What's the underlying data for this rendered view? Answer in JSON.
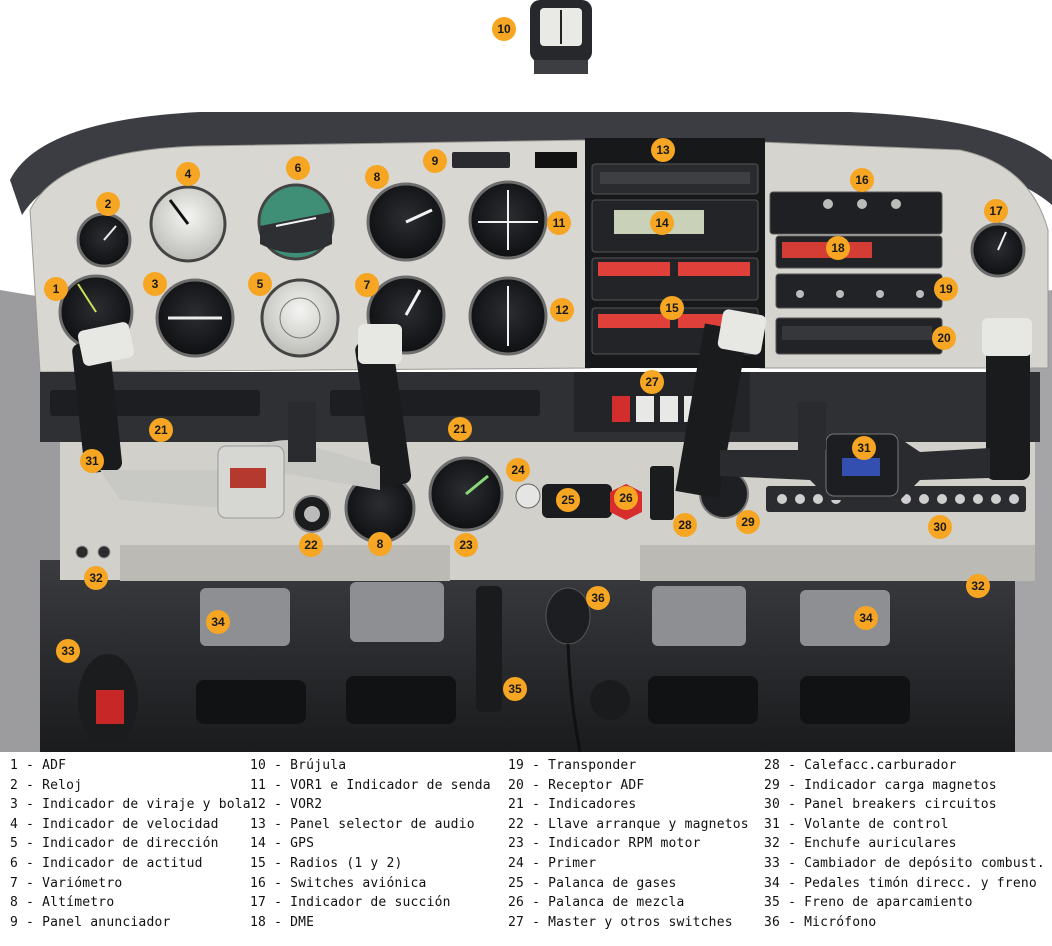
{
  "colors": {
    "marker_fill": "#f6a623",
    "panel": "#d9d7d2",
    "glareshield": "#3b3d42",
    "radio_display": "#e0403a",
    "gps_display": "#c9d2b8"
  },
  "markers": [
    "1",
    "2",
    "3",
    "4",
    "5",
    "6",
    "7",
    "8",
    "9",
    "10",
    "11",
    "12",
    "13",
    "14",
    "15",
    "16",
    "17",
    "18",
    "19",
    "20",
    "21",
    "22",
    "23",
    "24",
    "25",
    "26",
    "27",
    "28",
    "29",
    "30",
    "31",
    "32",
    "33",
    "34",
    "35",
    "36"
  ],
  "legend": {
    "col1": [
      "1 - ADF",
      "2 - Reloj",
      "3 - Indicador de viraje y bola",
      "4 - Indicador de velocidad",
      "5 - Indicador de dirección",
      "6 - Indicador de actitud",
      "7 - Variómetro",
      "8 - Altímetro",
      "9 - Panel anunciador"
    ],
    "col2": [
      "10 - Brújula",
      "11 - VOR1 e Indicador de senda",
      "12 - VOR2",
      "13 - Panel selector de audio",
      "14 - GPS",
      "15 - Radios (1 y 2)",
      "16 - Switches aviónica",
      "17 - Indicador de succión",
      "18 - DME"
    ],
    "col3": [
      "19 - Transponder",
      "20 - Receptor ADF",
      "21 - Indicadores",
      "22 - Llave arranque y magnetos",
      "23 - Indicador RPM motor",
      "24 - Primer",
      "25 - Palanca de gases",
      "26 - Palanca de mezcla",
      "27 - Master y otros switches"
    ],
    "col4": [
      "28 - Calefacc.carburador",
      "29 - Indicador carga magnetos",
      "30 - Panel breakers circuitos",
      "31 - Volante de control",
      "32 - Enchufe auriculares",
      "33 - Cambiador de depósito combust.",
      "34 - Pedales timón direcc. y freno",
      "35 - Freno de aparcamiento",
      "36 - Micrófono"
    ]
  }
}
